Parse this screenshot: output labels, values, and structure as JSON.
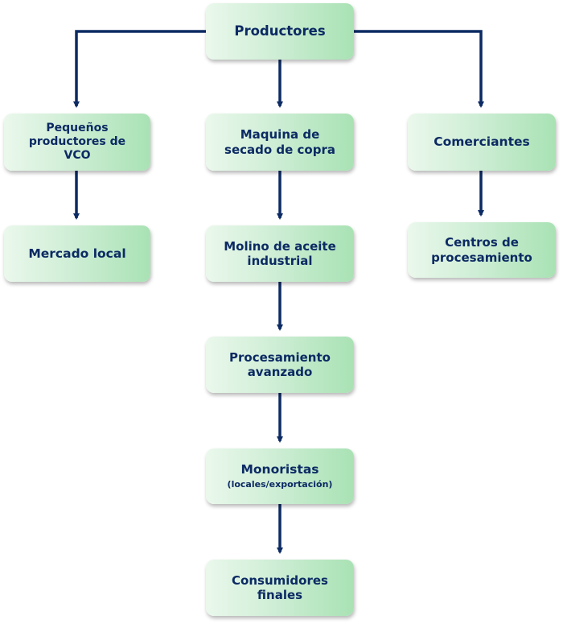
{
  "colors": {
    "node_gradient_start": "#eaf8ec",
    "node_gradient_end": "#a9e2b4",
    "text": "#0c2a63",
    "connector": "#0c2a63"
  },
  "nodes": {
    "productores": {
      "label": "Productores"
    },
    "pequenos": {
      "label": "Pequeños productores de VCO"
    },
    "maquina": {
      "label": "Maquina de secado de copra"
    },
    "comerciantes": {
      "label": "Comerciantes"
    },
    "mercado": {
      "label": "Mercado local"
    },
    "molino": {
      "label": "Molino de aceite industrial"
    },
    "centros": {
      "label": "Centros de procesamiento"
    },
    "procesamiento": {
      "label": "Procesamiento avanzado"
    },
    "monoristas": {
      "label": "Monoristas",
      "sublabel": "(locales/exportación)"
    },
    "consumidores": {
      "label": "Consumidores finales"
    }
  },
  "edges": [
    {
      "from": "productores",
      "to": "pequenos"
    },
    {
      "from": "productores",
      "to": "maquina"
    },
    {
      "from": "productores",
      "to": "comerciantes"
    },
    {
      "from": "pequenos",
      "to": "mercado"
    },
    {
      "from": "maquina",
      "to": "molino"
    },
    {
      "from": "comerciantes",
      "to": "centros"
    },
    {
      "from": "molino",
      "to": "procesamiento"
    },
    {
      "from": "procesamiento",
      "to": "monoristas"
    },
    {
      "from": "monoristas",
      "to": "consumidores"
    }
  ]
}
